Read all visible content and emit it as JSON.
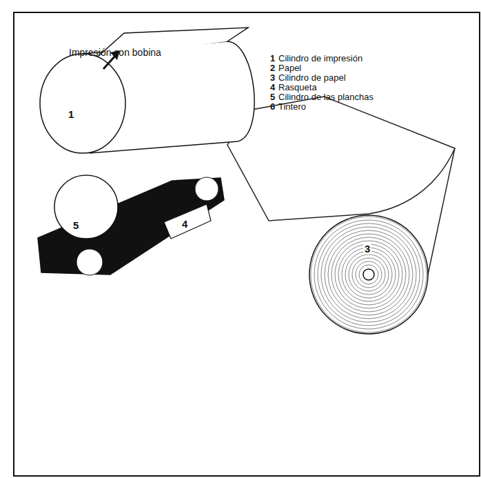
{
  "diagram": {
    "title": "Impresión con bobina",
    "labels": [
      "1",
      "Cilindro de impresión",
      "2",
      "Papel",
      "3",
      "Cilindro de papel",
      "4",
      "Rasqueta",
      "5",
      "Cilindro de las planchas",
      "6",
      "Tintero",
      "1",
      "5",
      "4",
      "3"
    ]
  }
}
